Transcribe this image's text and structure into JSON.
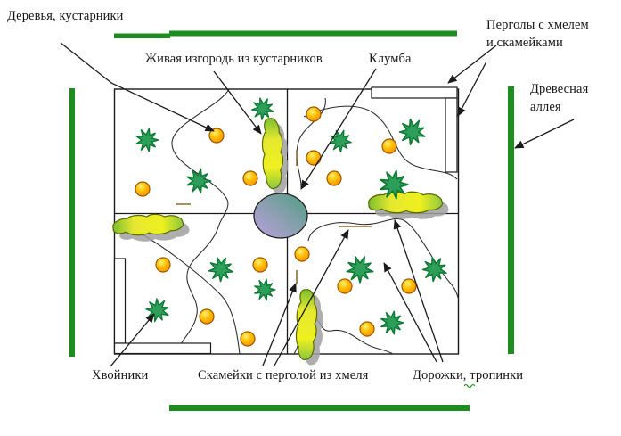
{
  "labels": {
    "trees_shrubs": "Деревья, кустарники",
    "hedge": "Живая изгородь из кустарников",
    "flowerbed": "Клумба",
    "pergolas": "Перголы с хмелем\nи скамейками",
    "tree_alley": "Древесная\nаллея",
    "conifers": "Хвойники",
    "benches": "Скамейки с перголой из хмеля",
    "paths": "Дорожки, тропинки"
  },
  "colors": {
    "alley_green": "#1E8C1E",
    "conifer_green": "#2E9E5B",
    "conifer_outline": "#0E7A33",
    "tree_orange": "#FF8F00",
    "tree_yellow": "#FFF176",
    "hedge_yellow": "#EEF01F",
    "hedge_green": "#7CBF2E",
    "hedge_shadow_gray": "#A0A0A0",
    "flowerbed_green": "#4E9E82",
    "flowerbed_purple": "#B9A0DE",
    "bench_brown": "#8B6B2E",
    "line_black": "#1A1A1A",
    "spellcheck_green": "#21A121"
  },
  "counts": {
    "conifer_icons": 12,
    "tree_shrub_icons": 15,
    "hedge_shapes": 4,
    "bench_shapes": 4,
    "pergola_structures": 4
  }
}
